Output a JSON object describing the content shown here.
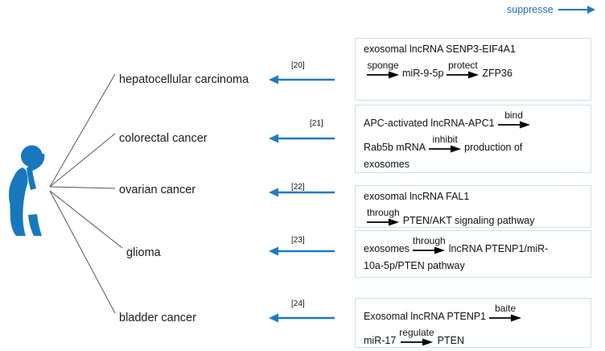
{
  "legend": {
    "label": "suppresse",
    "arrow_icon": "right-arrow-icon",
    "color": "#1f6fb5"
  },
  "figure": {
    "person_icon": "coughing-person-icon",
    "person_color": "#1778be"
  },
  "cancers": [
    {
      "label": "hepatocellular carcinoma",
      "ref": "[20]"
    },
    {
      "label": "colorectal cancer",
      "ref": "[21]"
    },
    {
      "label": "ovarian cancer",
      "ref": "[22]"
    },
    {
      "label": "glioma",
      "ref": "[23]"
    },
    {
      "label": "bladder cancer",
      "ref": "[24]"
    }
  ],
  "mechanisms": [
    {
      "id": "hepatocellular-carcinoma-mechanism",
      "lines": [
        {
          "segments": [
            {
              "type": "text",
              "value": "exosomal lncRNA SENP3-EIF4A1"
            }
          ]
        },
        {
          "segments": [
            {
              "type": "arrow",
              "value": "sponge"
            },
            {
              "type": "text",
              "value": "miR-9-5p"
            },
            {
              "type": "arrow",
              "value": "protect"
            },
            {
              "type": "text",
              "value": "ZFP36"
            }
          ]
        }
      ]
    },
    {
      "id": "colorectal-cancer-mechanism",
      "lines": [
        {
          "segments": [
            {
              "type": "text",
              "value": "APC-activated lncRNA-APC1"
            },
            {
              "type": "arrow",
              "value": "bind"
            }
          ]
        },
        {
          "segments": [
            {
              "type": "text",
              "value": "Rab5b mRNA"
            },
            {
              "type": "arrow",
              "value": "inhibit"
            },
            {
              "type": "text",
              "value": "production of"
            }
          ]
        },
        {
          "segments": [
            {
              "type": "text",
              "value": "exosomes"
            }
          ]
        }
      ]
    },
    {
      "id": "ovarian-cancer-mechanism",
      "lines": [
        {
          "segments": [
            {
              "type": "text",
              "value": "exosomal lncRNA FAL1"
            }
          ]
        },
        {
          "segments": [
            {
              "type": "arrow",
              "value": "through"
            },
            {
              "type": "text",
              "value": "PTEN/AKT signaling pathway"
            }
          ]
        }
      ]
    },
    {
      "id": "glioma-mechanism",
      "lines": [
        {
          "segments": [
            {
              "type": "text",
              "value": "exosomes"
            },
            {
              "type": "arrow",
              "value": "through"
            },
            {
              "type": "text",
              "value": "lncRNA PTENP1/miR-"
            }
          ]
        },
        {
          "segments": [
            {
              "type": "text",
              "value": "10a-5p/PTEN pathway"
            }
          ]
        }
      ]
    },
    {
      "id": "bladder-cancer-mechanism",
      "lines": [
        {
          "segments": [
            {
              "type": "text",
              "value": "Exosomal lncRNA PTENP1"
            },
            {
              "type": "arrow",
              "value": "baite"
            }
          ]
        },
        {
          "segments": [
            {
              "type": "text",
              "value": "miR-17"
            },
            {
              "type": "arrow",
              "value": "regulate"
            },
            {
              "type": "text",
              "value": "PTEN"
            }
          ]
        }
      ]
    }
  ],
  "colors": {
    "arrow_blue": "#1f7ac0",
    "box_border": "#cfe0e8",
    "fan_line": "#555555"
  }
}
